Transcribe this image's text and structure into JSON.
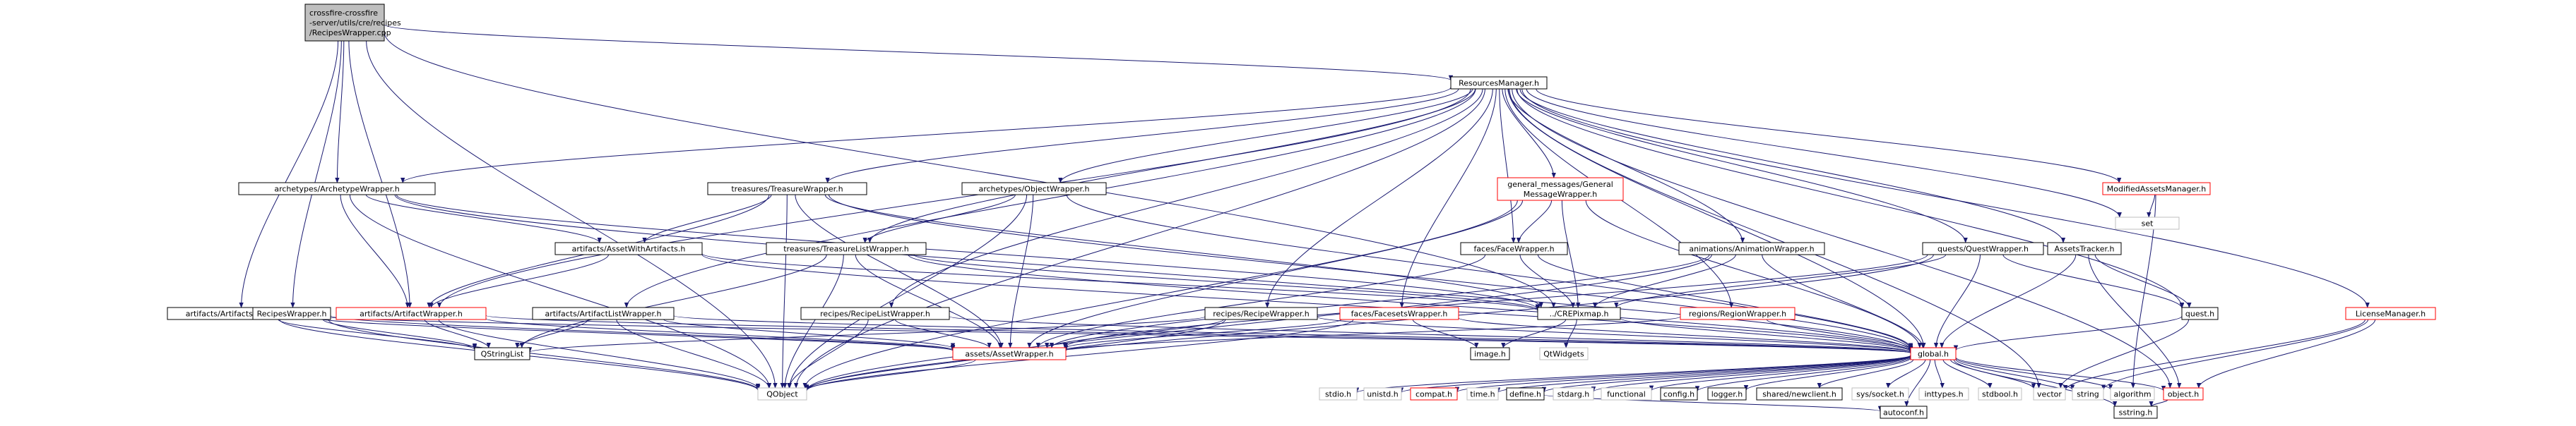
{
  "nodes": {
    "root": {
      "lines": [
        "crossfire-crossfire",
        "-server/utils/cre/recipes",
        "/RecipesWrapper.cpp"
      ],
      "style": "root"
    },
    "rm": {
      "lines": [
        "ResourcesManager.h"
      ],
      "style": "normal"
    },
    "archw": {
      "lines": [
        "archetypes/ArchetypeWrapper.h"
      ],
      "style": "normal"
    },
    "treasw": {
      "lines": [
        "treasures/TreasureWrapper.h"
      ],
      "style": "normal"
    },
    "objw": {
      "lines": [
        "archetypes/ObjectWrapper.h"
      ],
      "style": "normal"
    },
    "gmw": {
      "lines": [
        "general_messages/General",
        "MessageWrapper.h"
      ],
      "style": "red"
    },
    "mam": {
      "lines": [
        "ModifiedAssetsManager.h"
      ],
      "style": "red"
    },
    "set": {
      "lines": [
        "set"
      ],
      "style": "gray"
    },
    "awa": {
      "lines": [
        "artifacts/AssetWithArtifacts.h"
      ],
      "style": "normal"
    },
    "tlw": {
      "lines": [
        "treasures/TreasureListWrapper.h"
      ],
      "style": "normal"
    },
    "facew": {
      "lines": [
        "faces/FaceWrapper.h"
      ],
      "style": "normal"
    },
    "animw": {
      "lines": [
        "animations/AnimationWrapper.h"
      ],
      "style": "normal"
    },
    "questw": {
      "lines": [
        "quests/QuestWrapper.h"
      ],
      "style": "normal"
    },
    "at": {
      "lines": [
        "AssetsTracker.h"
      ],
      "style": "normal"
    },
    "artsw": {
      "lines": [
        "artifacts/ArtifactsWrapper.h"
      ],
      "style": "normal"
    },
    "recw": {
      "lines": [
        "RecipesWrapper.h"
      ],
      "style": "normal"
    },
    "artw": {
      "lines": [
        "artifacts/ArtifactWrapper.h"
      ],
      "style": "red"
    },
    "alw": {
      "lines": [
        "artifacts/ArtifactListWrapper.h"
      ],
      "style": "normal"
    },
    "rlw": {
      "lines": [
        "recipes/RecipeListWrapper.h"
      ],
      "style": "normal"
    },
    "rw": {
      "lines": [
        "recipes/RecipeWrapper.h"
      ],
      "style": "normal"
    },
    "fsw": {
      "lines": [
        "faces/FacesetsWrapper.h"
      ],
      "style": "red"
    },
    "crepix": {
      "lines": [
        "../CREPixmap.h"
      ],
      "style": "normal"
    },
    "regw": {
      "lines": [
        "regions/RegionWrapper.h"
      ],
      "style": "red"
    },
    "quest": {
      "lines": [
        "quest.h"
      ],
      "style": "normal"
    },
    "lm": {
      "lines": [
        "LicenseManager.h"
      ],
      "style": "red"
    },
    "qsl": {
      "lines": [
        "QStringList"
      ],
      "style": "normal"
    },
    "aw": {
      "lines": [
        "assets/AssetWrapper.h"
      ],
      "style": "red"
    },
    "image": {
      "lines": [
        "image.h"
      ],
      "style": "normal"
    },
    "qwidgets": {
      "lines": [
        "QtWidgets"
      ],
      "style": "gray"
    },
    "global": {
      "lines": [
        "global.h"
      ],
      "style": "red"
    },
    "qobject": {
      "lines": [
        "QObject"
      ],
      "style": "gray"
    },
    "stdio": {
      "lines": [
        "stdio.h"
      ],
      "style": "gray"
    },
    "unistd": {
      "lines": [
        "unistd.h"
      ],
      "style": "gray"
    },
    "compat": {
      "lines": [
        "compat.h"
      ],
      "style": "red"
    },
    "time": {
      "lines": [
        "time.h"
      ],
      "style": "gray"
    },
    "define": {
      "lines": [
        "define.h"
      ],
      "style": "normal"
    },
    "stdarg": {
      "lines": [
        "stdarg.h"
      ],
      "style": "gray"
    },
    "functional": {
      "lines": [
        "functional"
      ],
      "style": "gray"
    },
    "config": {
      "lines": [
        "config.h"
      ],
      "style": "normal"
    },
    "logger": {
      "lines": [
        "logger.h"
      ],
      "style": "normal"
    },
    "snc": {
      "lines": [
        "shared/newclient.h"
      ],
      "style": "normal"
    },
    "socket": {
      "lines": [
        "sys/socket.h"
      ],
      "style": "gray"
    },
    "inttypes": {
      "lines": [
        "inttypes.h"
      ],
      "style": "gray"
    },
    "stdbool": {
      "lines": [
        "stdbool.h"
      ],
      "style": "gray"
    },
    "vector": {
      "lines": [
        "vector"
      ],
      "style": "gray"
    },
    "string": {
      "lines": [
        "string"
      ],
      "style": "gray"
    },
    "algorithm": {
      "lines": [
        "algorithm"
      ],
      "style": "gray"
    },
    "object": {
      "lines": [
        "object.h"
      ],
      "style": "red"
    },
    "autoconf": {
      "lines": [
        "autoconf.h"
      ],
      "style": "normal"
    },
    "sstring": {
      "lines": [
        "sstring.h"
      ],
      "style": "normal"
    }
  },
  "edges": [
    [
      "root",
      "rm"
    ],
    [
      "root",
      "archw"
    ],
    [
      "root",
      "artsw"
    ],
    [
      "root",
      "recw"
    ],
    [
      "root",
      "artw"
    ],
    [
      "root",
      "crepix"
    ],
    [
      "root",
      "qobject"
    ],
    [
      "rm",
      "archw"
    ],
    [
      "rm",
      "treasw"
    ],
    [
      "rm",
      "objw"
    ],
    [
      "rm",
      "gmw"
    ],
    [
      "rm",
      "mam"
    ],
    [
      "rm",
      "set"
    ],
    [
      "rm",
      "tlw"
    ],
    [
      "rm",
      "facew"
    ],
    [
      "rm",
      "animw"
    ],
    [
      "rm",
      "questw"
    ],
    [
      "rm",
      "at"
    ],
    [
      "rm",
      "artw"
    ],
    [
      "rm",
      "alw"
    ],
    [
      "rm",
      "rlw"
    ],
    [
      "rm",
      "rw"
    ],
    [
      "rm",
      "fsw"
    ],
    [
      "rm",
      "regw"
    ],
    [
      "rm",
      "quest"
    ],
    [
      "rm",
      "lm"
    ],
    [
      "rm",
      "global"
    ],
    [
      "rm",
      "object"
    ],
    [
      "rm",
      "qobject"
    ],
    [
      "rm",
      "vector"
    ],
    [
      "archw",
      "awa"
    ],
    [
      "archw",
      "artw"
    ],
    [
      "archw",
      "crepix"
    ],
    [
      "archw",
      "global"
    ],
    [
      "archw",
      "qobject"
    ],
    [
      "treasw",
      "awa"
    ],
    [
      "treasw",
      "artw"
    ],
    [
      "treasw",
      "aw"
    ],
    [
      "treasw",
      "global"
    ],
    [
      "treasw",
      "qobject"
    ],
    [
      "treasw",
      "crepix"
    ],
    [
      "objw",
      "tlw"
    ],
    [
      "objw",
      "aw"
    ],
    [
      "objw",
      "global"
    ],
    [
      "objw",
      "qobject"
    ],
    [
      "gmw",
      "facew"
    ],
    [
      "gmw",
      "crepix"
    ],
    [
      "gmw",
      "aw"
    ],
    [
      "gmw",
      "global"
    ],
    [
      "gmw",
      "qobject"
    ],
    [
      "mam",
      "set"
    ],
    [
      "mam",
      "algorithm"
    ],
    [
      "awa",
      "artw"
    ],
    [
      "awa",
      "crepix"
    ],
    [
      "awa",
      "global"
    ],
    [
      "tlw",
      "crepix"
    ],
    [
      "tlw",
      "qsl"
    ],
    [
      "tlw",
      "aw"
    ],
    [
      "tlw",
      "global"
    ],
    [
      "tlw",
      "qobject"
    ],
    [
      "facew",
      "crepix"
    ],
    [
      "facew",
      "aw"
    ],
    [
      "facew",
      "global"
    ],
    [
      "animw",
      "crepix"
    ],
    [
      "animw",
      "aw"
    ],
    [
      "animw",
      "global"
    ],
    [
      "animw",
      "qobject"
    ],
    [
      "questw",
      "quest"
    ],
    [
      "questw",
      "crepix"
    ],
    [
      "questw",
      "aw"
    ],
    [
      "questw",
      "global"
    ],
    [
      "questw",
      "qobject"
    ],
    [
      "at",
      "quest"
    ],
    [
      "at",
      "global"
    ],
    [
      "at",
      "object"
    ],
    [
      "artsw",
      "aw"
    ],
    [
      "artsw",
      "global"
    ],
    [
      "artsw",
      "qsl"
    ],
    [
      "artsw",
      "qobject"
    ],
    [
      "recw",
      "aw"
    ],
    [
      "recw",
      "qsl"
    ],
    [
      "recw",
      "qobject"
    ],
    [
      "artw",
      "aw"
    ],
    [
      "artw",
      "qsl"
    ],
    [
      "artw",
      "global"
    ],
    [
      "artw",
      "qobject"
    ],
    [
      "alw",
      "aw"
    ],
    [
      "alw",
      "qsl"
    ],
    [
      "alw",
      "global"
    ],
    [
      "alw",
      "qobject"
    ],
    [
      "rlw",
      "aw"
    ],
    [
      "rlw",
      "global"
    ],
    [
      "rlw",
      "qobject"
    ],
    [
      "rw",
      "aw"
    ],
    [
      "rw",
      "qsl"
    ],
    [
      "rw",
      "global"
    ],
    [
      "rw",
      "qobject"
    ],
    [
      "fsw",
      "aw"
    ],
    [
      "fsw",
      "image"
    ],
    [
      "fsw",
      "global"
    ],
    [
      "fsw",
      "qobject"
    ],
    [
      "crepix",
      "image"
    ],
    [
      "crepix",
      "qwidgets"
    ],
    [
      "crepix",
      "global"
    ],
    [
      "regw",
      "aw"
    ],
    [
      "regw",
      "global"
    ],
    [
      "quest",
      "global"
    ],
    [
      "quest",
      "vector"
    ],
    [
      "lm",
      "vector"
    ],
    [
      "lm",
      "string"
    ],
    [
      "lm",
      "object"
    ],
    [
      "aw",
      "qobject"
    ],
    [
      "global",
      "stdio"
    ],
    [
      "global",
      "unistd"
    ],
    [
      "global",
      "compat"
    ],
    [
      "global",
      "time"
    ],
    [
      "global",
      "define"
    ],
    [
      "global",
      "stdarg"
    ],
    [
      "global",
      "functional"
    ],
    [
      "global",
      "config"
    ],
    [
      "global",
      "logger"
    ],
    [
      "global",
      "snc"
    ],
    [
      "global",
      "socket"
    ],
    [
      "global",
      "inttypes"
    ],
    [
      "global",
      "stdbool"
    ],
    [
      "global",
      "vector"
    ],
    [
      "global",
      "string"
    ],
    [
      "global",
      "algorithm"
    ],
    [
      "global",
      "object"
    ],
    [
      "global",
      "autoconf"
    ],
    [
      "global",
      "sstring"
    ],
    [
      "define",
      "autoconf"
    ],
    [
      "object",
      "sstring"
    ]
  ],
  "colors": {
    "edge": "#191970",
    "border": "#000000",
    "red_border": "#ff0000",
    "gray_border": "#bfbfbf",
    "root_fill": "#bfbfbf",
    "text": "#000000"
  }
}
